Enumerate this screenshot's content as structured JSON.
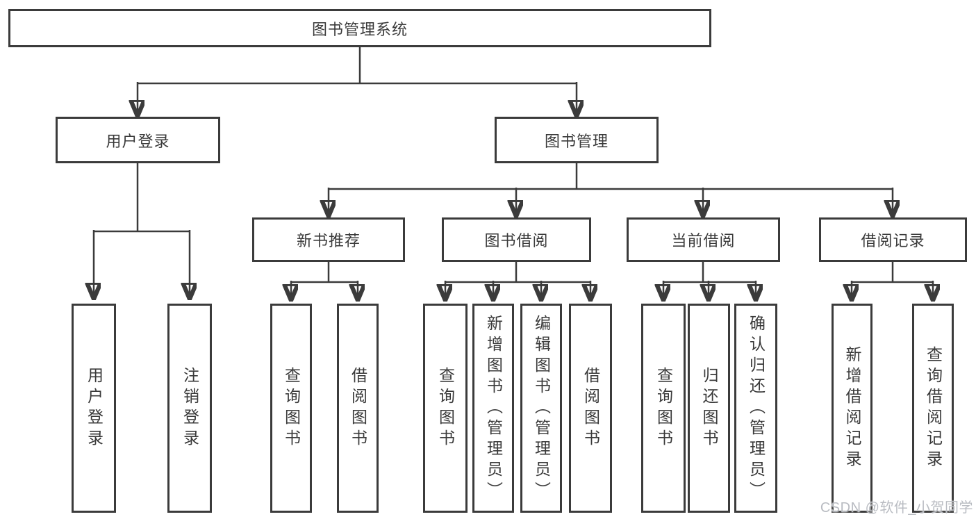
{
  "tree": {
    "root": {
      "label": "图书管理系统"
    },
    "branches": [
      {
        "label": "用户登录",
        "children": [
          {
            "label": "用户登录"
          },
          {
            "label": "注销登录"
          }
        ]
      },
      {
        "label": "图书管理",
        "children": [
          {
            "label": "新书推荐",
            "children": [
              {
                "label": "查询图书"
              },
              {
                "label": "借阅图书"
              }
            ]
          },
          {
            "label": "图书借阅",
            "children": [
              {
                "label": "查询图书"
              },
              {
                "label": "新增图书（管理员）"
              },
              {
                "label": "编辑图书（管理员）"
              },
              {
                "label": "借阅图书"
              }
            ]
          },
          {
            "label": "当前借阅",
            "children": [
              {
                "label": "查询图书"
              },
              {
                "label": "归还图书"
              },
              {
                "label": "确认归还（管理员）"
              }
            ]
          },
          {
            "label": "借阅记录",
            "children": [
              {
                "label": "新增借阅记录"
              },
              {
                "label": "查询借阅记录"
              }
            ]
          }
        ]
      }
    ]
  },
  "watermark": {
    "text": "CSDN @软件_小贺同学"
  },
  "colors": {
    "line": "#3b3b3b",
    "text": "#3a3a3a",
    "background": "#ffffff",
    "watermark": "#b9bcc2"
  }
}
